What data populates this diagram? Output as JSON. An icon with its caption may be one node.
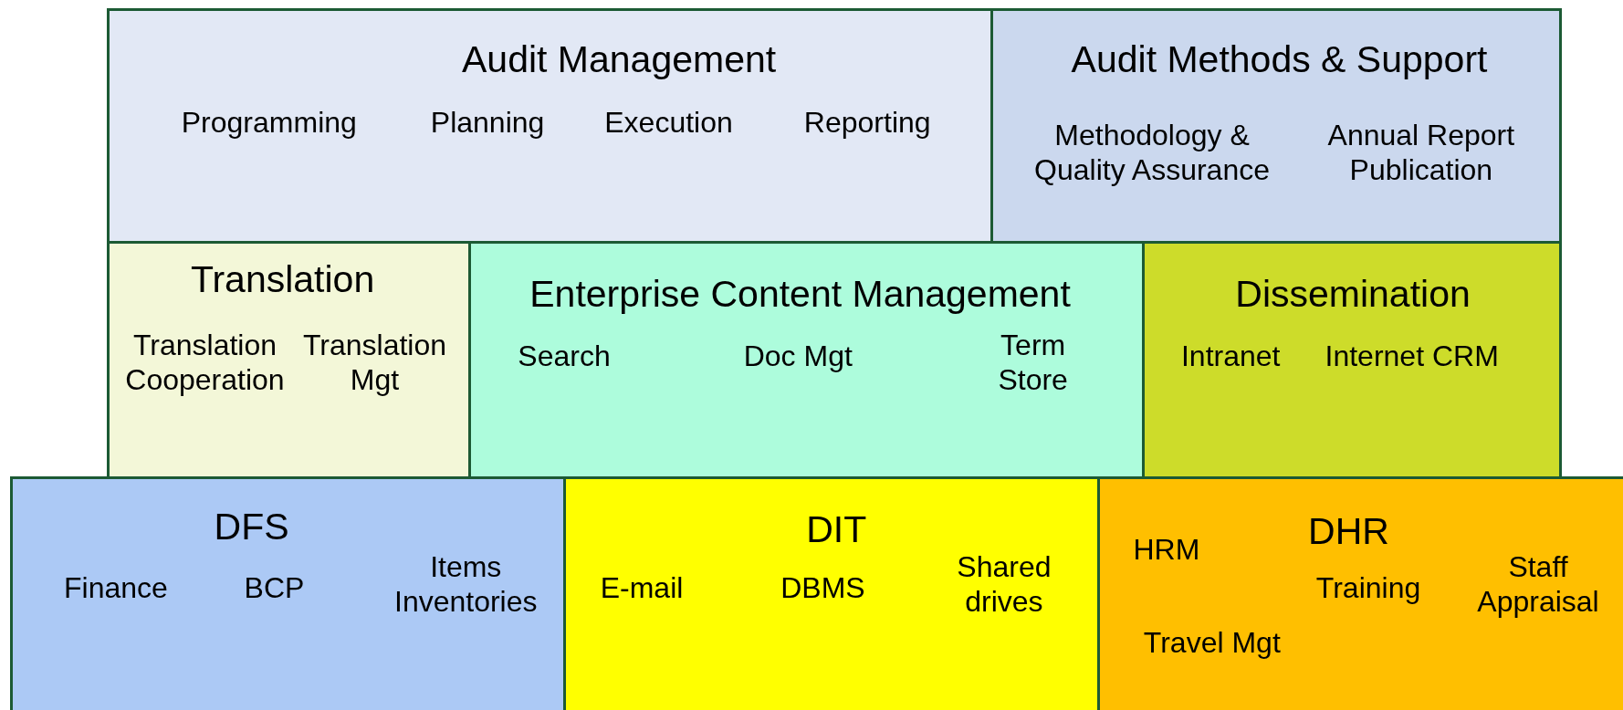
{
  "diagram": {
    "nodes": [
      {
        "text": [
          "Audit Management",
          "Programming",
          "Planning",
          "Execution",
          "Reporting"
        ]
      },
      {
        "text": [
          "Audit Methods & Support",
          "Methodology & Quality Assurance",
          "Annual Report Publication"
        ]
      },
      {
        "text": [
          "Translation",
          "Translation Cooperation",
          "Translation Mgt"
        ]
      },
      {
        "text": [
          "Enterprise Content Management",
          "Search",
          "Doc Mgt",
          "Term Store"
        ]
      },
      {
        "text": [
          "Dissemination",
          "Intranet",
          "Internet CRM"
        ]
      },
      {
        "text": [
          "DFS",
          "Finance",
          "BCP",
          "Items Inventories"
        ]
      },
      {
        "text": [
          "DIT",
          "E-mail",
          "DBMS",
          "Shared drives"
        ]
      },
      {
        "text": [
          "DHR",
          "HRM",
          "Training",
          "Staff Appraisal",
          "Travel Mgt"
        ]
      }
    ]
  }
}
